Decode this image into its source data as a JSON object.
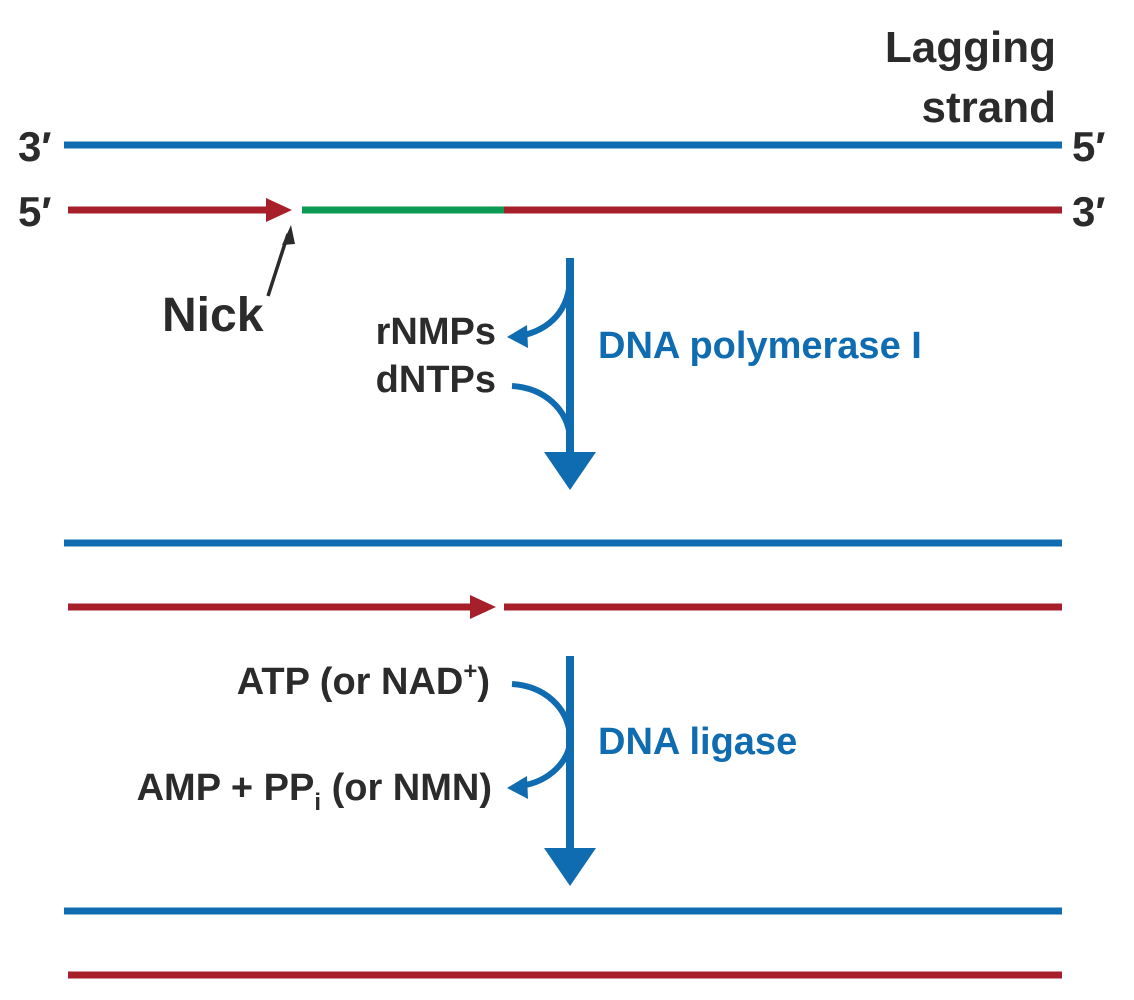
{
  "header": {
    "line1": "Lagging",
    "line2": "strand"
  },
  "ends": {
    "top_left": "3′",
    "top_right": "5′",
    "bottom_left": "5′",
    "bottom_right": "3′"
  },
  "nick_label": "Nick",
  "step1": {
    "enzyme": "DNA polymerase I",
    "product": "rNMPs",
    "substrate": "dNTPs"
  },
  "step2": {
    "enzyme": "DNA ligase",
    "substrate_pre": "ATP (or NAD",
    "substrate_sup": "+",
    "substrate_post": ")",
    "product_pre": "AMP + PP",
    "product_sub": "i",
    "product_post": " (or NMN)"
  },
  "colors": {
    "template_strand": "#0f6cb0",
    "new_strand": "#a61f2a",
    "rna_primer": "#0a9a52",
    "enzyme_text": "#0f6cb0",
    "label_text": "#2b2b2b"
  }
}
